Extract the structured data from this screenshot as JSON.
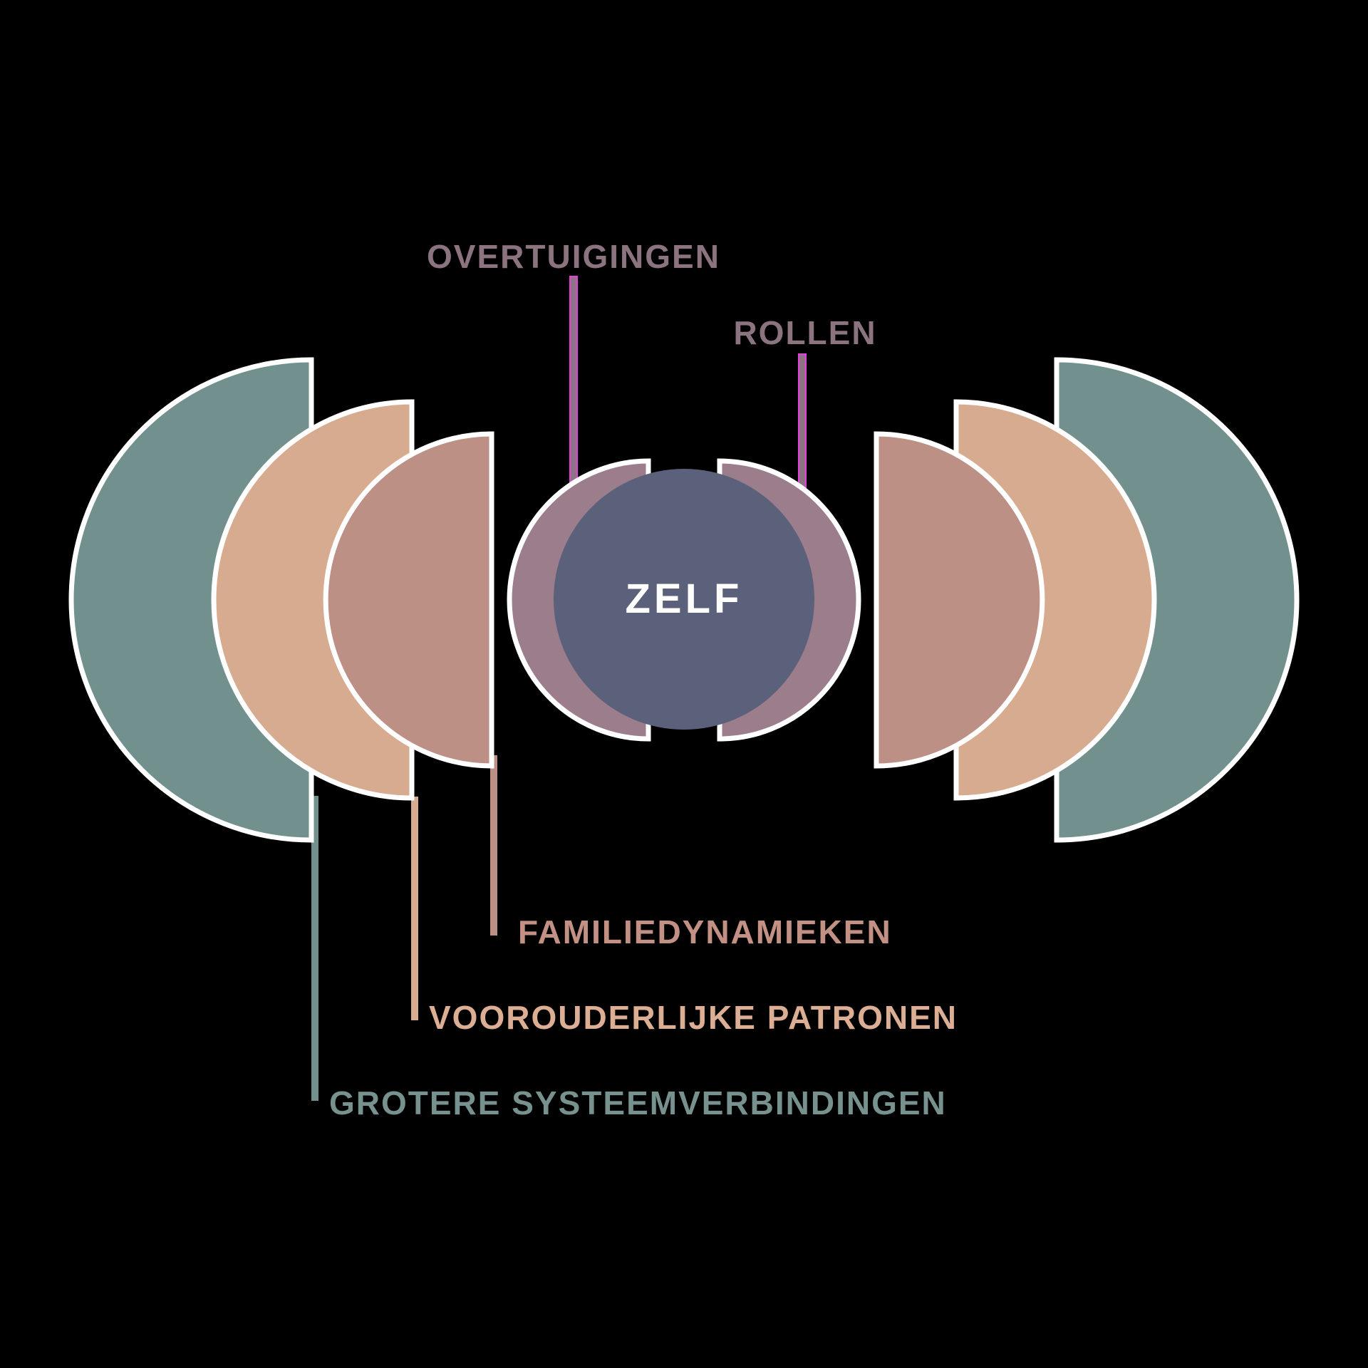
{
  "background_color": "#000000",
  "outline_color": "#ffffff",
  "connector_edge_color": "#e63fe0",
  "center": {
    "label": "ZELF",
    "circle_color": "#5b617a",
    "text_color": "#ffffff"
  },
  "rings": {
    "beliefs": {
      "label": "OVERTUIGINGEN",
      "ring_color": "#9b7d8b",
      "label_color": "#8b7480",
      "line_color": "#8d7484"
    },
    "roles": {
      "label": "ROLLEN",
      "ring_color": "#9b7d8b",
      "label_color": "#8b7480",
      "line_color": "#8d7484"
    },
    "family_dynamics": {
      "label": "FAMILIEDYNAMIEKEN",
      "ring_color": "#bd9086",
      "label_color": "#c39184",
      "line_color": "#bd9086"
    },
    "ancestral_patterns": {
      "label": "VOOROUDERLIJKE PATRONEN",
      "ring_color": "#d7ab90",
      "label_color": "#dcae93",
      "line_color": "#d7ab90"
    },
    "larger_system_connections": {
      "label": "GROTERE SYSTEEMVERBINDINGEN",
      "ring_color": "#72908d",
      "label_color": "#76918e",
      "line_color": "#72908d"
    }
  }
}
